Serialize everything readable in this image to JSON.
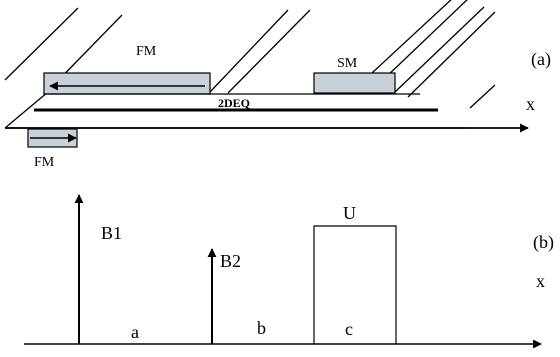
{
  "panel_a": {
    "label": "(a)",
    "axis_label": "x",
    "fm_top_label": "FM",
    "sm_label": "SM",
    "channel_label": "2DEQ",
    "fm_bottom_label": "FM",
    "colors": {
      "magnet_fill": "#c9d0d8",
      "line": "#000000"
    }
  },
  "panel_b": {
    "label": "(b)",
    "axis_label": "x",
    "b1_label": "B1",
    "b2_label": "B2",
    "u_label": "U",
    "region_a": "a",
    "region_b": "b",
    "region_c": "c"
  }
}
